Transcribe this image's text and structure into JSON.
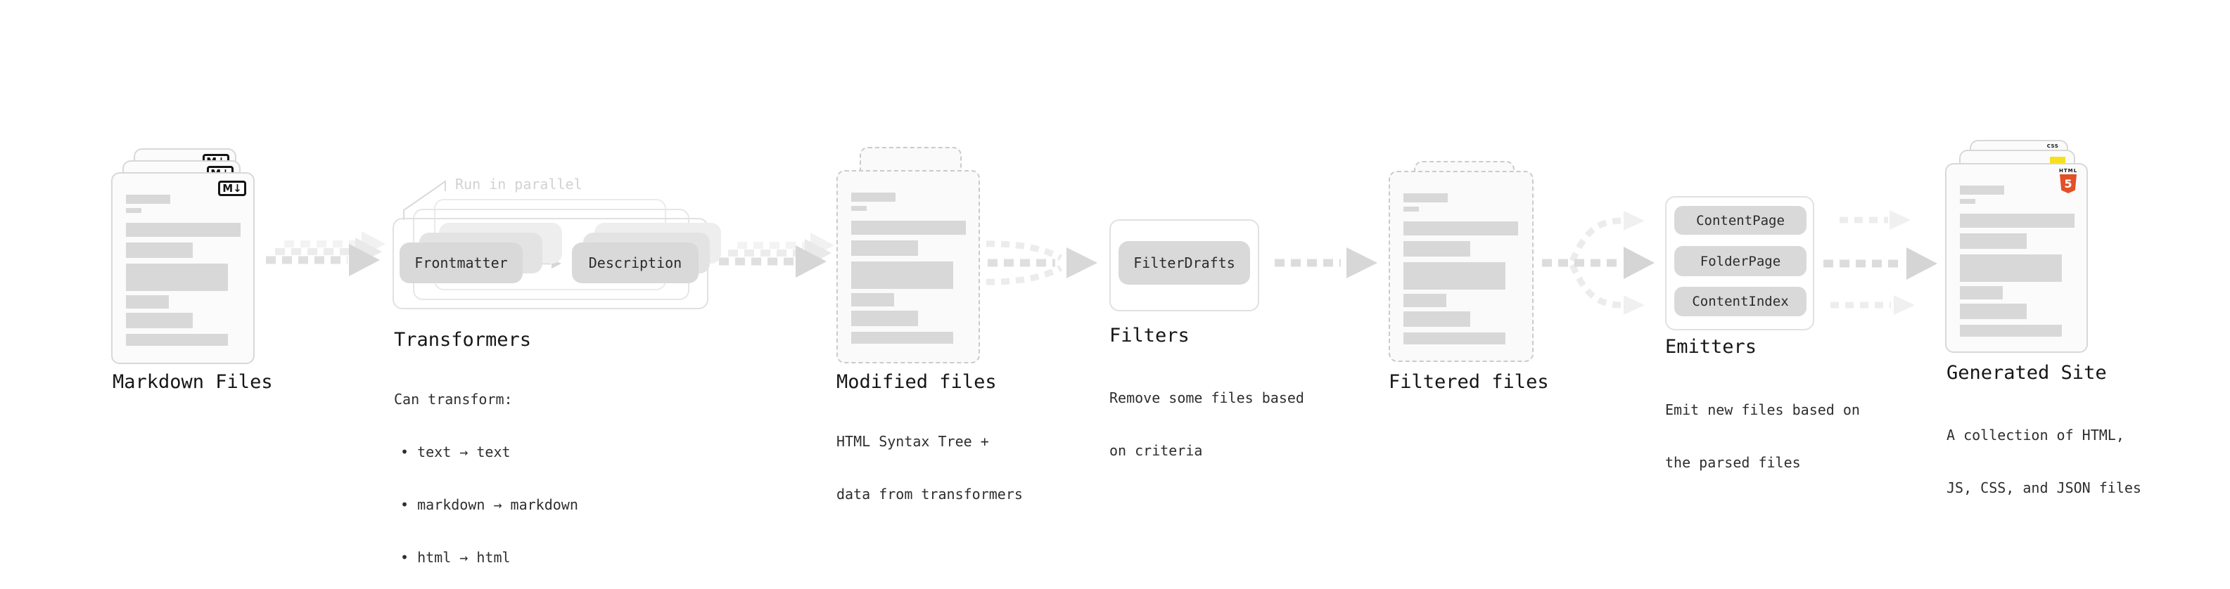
{
  "stages": {
    "markdown_files": {
      "label": "Markdown Files",
      "badge": "M↓"
    },
    "transformers": {
      "label": "Transformers",
      "note": "Run in parallel",
      "steps": [
        "Frontmatter",
        "Description"
      ],
      "desc_title": "Can transform:",
      "bullets": [
        "• text → text",
        "• markdown → markdown",
        "• html → html"
      ]
    },
    "modified_files": {
      "label": "Modified files",
      "desc": [
        "HTML Syntax Tree +",
        "data from transformers"
      ]
    },
    "filters": {
      "label": "Filters",
      "steps": [
        "FilterDrafts"
      ],
      "desc": [
        "Remove some files based",
        "on criteria"
      ]
    },
    "filtered_files": {
      "label": "Filtered files"
    },
    "emitters": {
      "label": "Emitters",
      "steps": [
        "ContentPage",
        "FolderPage",
        "ContentIndex"
      ],
      "desc": [
        "Emit new files based on",
        "the parsed files"
      ]
    },
    "generated_site": {
      "label": "Generated Site",
      "desc": [
        "A collection of HTML,",
        "JS, CSS, and JSON files"
      ],
      "badges": {
        "html_label": "HTML",
        "html_number": "5",
        "css_label": "CSS"
      }
    }
  },
  "colors": {
    "background": "#ffffff",
    "file_fill": "#fbfbfb",
    "file_border": "#d8d8d8",
    "dashed_border": "#cbcbcb",
    "placeholder_bar": "#d8d8d8",
    "pill_fill": "#d9d9d9",
    "frame_border": "#e1e1e1",
    "arrow": "#dcdcdc",
    "arrow_head": "#d6d6d6",
    "arrow_light": "#ededed",
    "note_text": "#d2d2d2",
    "label_text": "#161616",
    "desc_text": "#2e2e2e",
    "html5_orange": "#e34f26",
    "js_yellow": "#f7df1e",
    "css_blue": "#2965f1"
  }
}
